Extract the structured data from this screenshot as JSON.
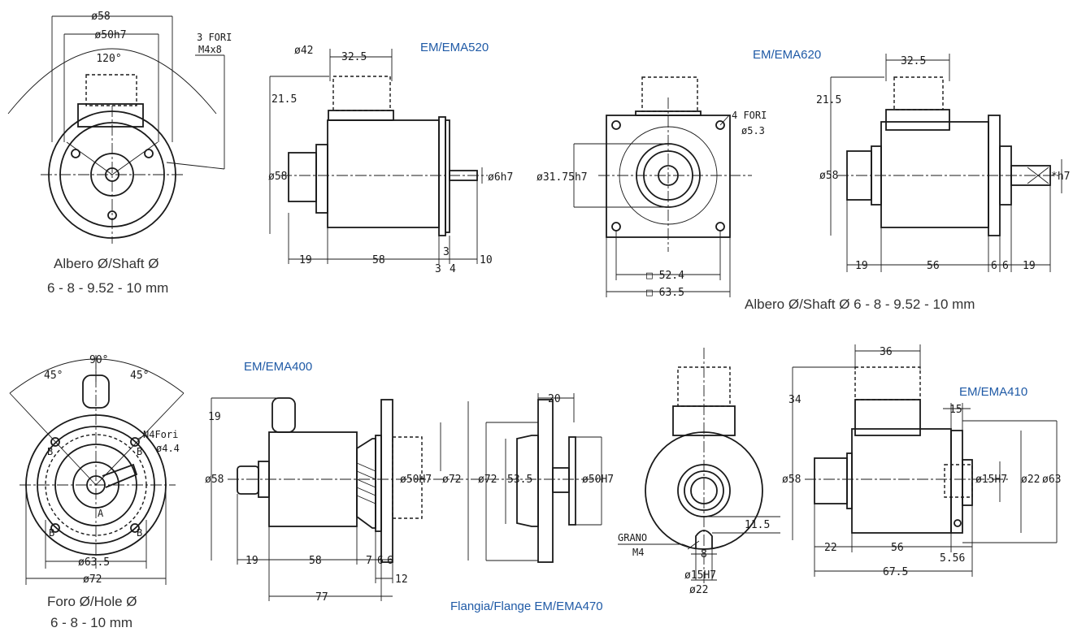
{
  "titles": {
    "em520": "EM/EMA520",
    "em620": "EM/EMA620",
    "em400": "EM/EMA400",
    "em410": "EM/EMA410",
    "em470": "Flangia/Flange  EM/EMA470"
  },
  "captions": {
    "shaft_label_1": "Albero Ø/Shaft Ø",
    "shaft_sizes_1": "6 - 8 - 9.52 - 10 mm",
    "shaft_2": "Albero Ø/Shaft Ø  6 - 8 - 9.52 - 10 mm",
    "hole_label": "Foro Ø/Hole Ø",
    "hole_sizes": "6 - 8 - 10 mm"
  },
  "labels": {
    "v1": {
      "d58": "ø58",
      "d50": "ø50h7",
      "fori": "3 FORI",
      "m4": "M4x8",
      "ang": "120°"
    },
    "v2": {
      "d42": "ø42",
      "w325": "32.5",
      "h215": "21.5",
      "d58": "ø58",
      "d6": "ø6h7",
      "l19": "19",
      "l58": "58",
      "l3a": "3",
      "l3b": "3",
      "l4": "4",
      "l10": "10"
    },
    "v3": {
      "fori": "4 FORI",
      "d53": "ø5.3",
      "d3175": "ø31.75h7",
      "sq524": "□ 52.4",
      "sq635": "□ 63.5"
    },
    "v4": {
      "w325": "32.5",
      "h215": "21.5",
      "d58": "ø58",
      "h7": "*h7",
      "l19a": "19",
      "l56": "56",
      "l6a": "6",
      "l6b": "6",
      "l19b": "19"
    },
    "v5": {
      "ang90": "90°",
      "a45l": "45°",
      "a45r": "45°",
      "n4": "N4Fori",
      "d44": "ø4.4",
      "d635": "ø63.5",
      "d72": "ø72",
      "pa": "A",
      "pb1": "B",
      "pb2": "B",
      "pb3": "B",
      "pb4": "B"
    },
    "v6": {
      "h19": "19",
      "d58": "ø58",
      "d50": "ø50H7",
      "d72": "ø72",
      "l19": "19",
      "l58": "58",
      "l7": "7",
      "l6a": "6",
      "l6b": "6",
      "l12": "12",
      "l77": "77"
    },
    "v7": {
      "w20": "20",
      "d72": "ø72",
      "d535": "53.5",
      "d50": "ø50H7"
    },
    "v8": {
      "grano": "GRANO",
      "m4": "M4",
      "h115": "11.5",
      "w8": "8",
      "d15": "ø15H7",
      "d22": "ø22"
    },
    "v9": {
      "w36": "36",
      "h34": "34",
      "w15": "15",
      "d58": "ø58",
      "d15": "ø15H7",
      "d22": "ø22",
      "d63": "ø63",
      "l22": "22",
      "l56": "56",
      "l556": "5.56",
      "l675": "67.5"
    }
  }
}
